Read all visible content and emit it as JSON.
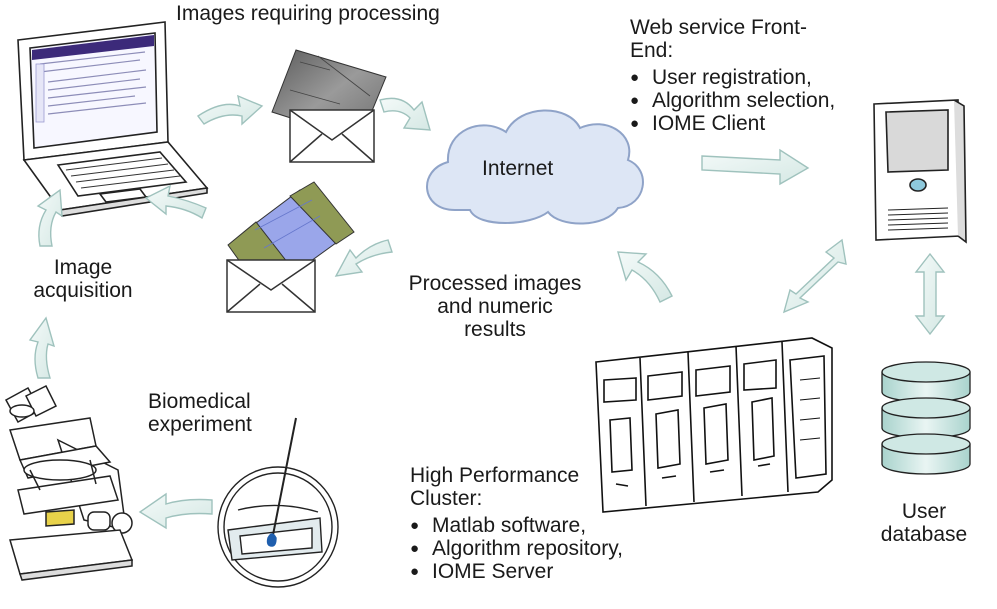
{
  "labels": {
    "images_requiring_processing": "Images requiring processing",
    "web_service_title": "Web service Front-\nEnd:",
    "web_service_items": [
      "User registration,",
      "Algorithm selection,",
      "IOME Client"
    ],
    "internet": "Internet",
    "image_acquisition": "Image\nacquisition",
    "processed_results": "Processed images\nand numeric\nresults",
    "biomedical_experiment": "Biomedical\nexperiment",
    "hpc_title": "High Performance\nCluster:",
    "hpc_items": [
      "Matlab software,",
      "Algorithm repository,",
      "IOME Server"
    ],
    "user_database": "User\ndatabase"
  },
  "colors": {
    "arrow_fill": "#e6f1ef",
    "arrow_stroke": "#9fc2bd",
    "cloud_fill": "#dde6f5",
    "cloud_stroke": "#8fa3c8",
    "micrograph_blue": "#9aa6ea",
    "micrograph_olive": "#8f9a55"
  }
}
